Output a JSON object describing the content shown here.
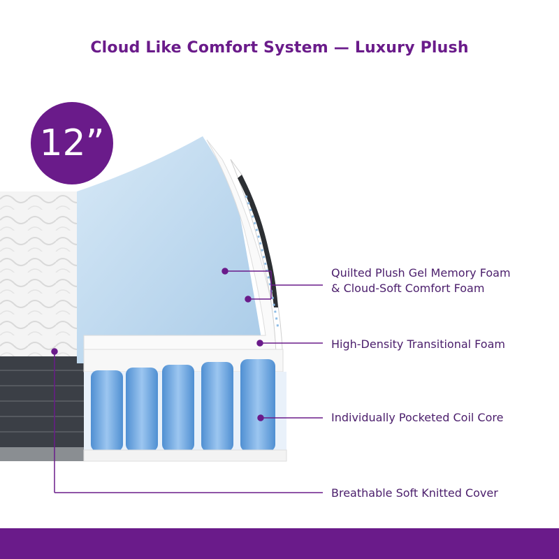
{
  "title": "Cloud Like Comfort System — Luxury Plush",
  "badge": "12”",
  "layers": [
    {
      "line1": "Quilted Plush Gel Memory Foam",
      "line2": "& Cloud-Soft Comfort Foam"
    },
    {
      "line1": "High-Density Transitional Foam"
    },
    {
      "line1": "Individually Pocketed Coil Core"
    },
    {
      "line1": "Breathable Soft Knitted Cover"
    }
  ],
  "colors": {
    "brand": "#6a1b8a",
    "text": "#4a1d6b",
    "gel_foam": "#bcd8ee",
    "coil": "#6fa8e0",
    "cover_dark": "#3b3f46"
  }
}
